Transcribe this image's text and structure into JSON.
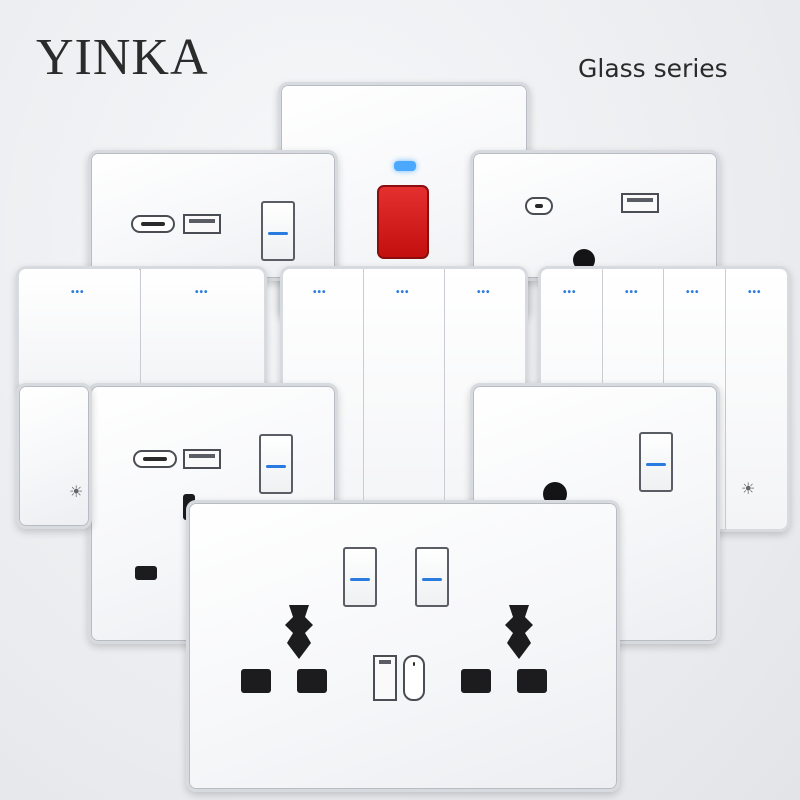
{
  "brand": "YINKA",
  "series_label": "Glass series",
  "colors": {
    "led_blue": "#2a7be0",
    "indicator_red": "#d21a1a",
    "neon_blue": "#4aa8ff",
    "panel_white": "#ffffff",
    "frame_silver": "#d7dade"
  },
  "icons": [
    "bulb-icon",
    "usb-c-port",
    "usb-a-port",
    "universal-socket"
  ]
}
